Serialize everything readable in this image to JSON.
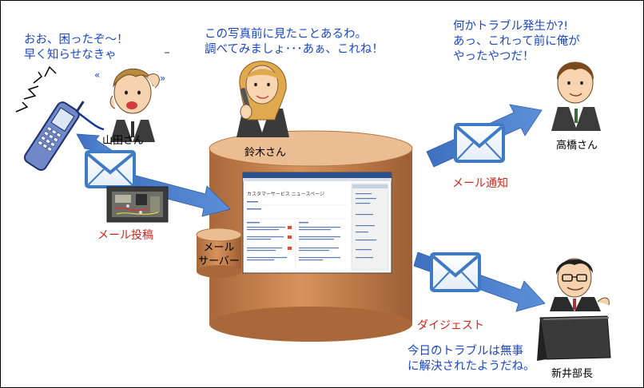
{
  "callouts": {
    "yamada": [
      "おお、困ったぞ～！",
      "早く知らせなきゃ"
    ],
    "suzuki": [
      "この写真前に見たことあるわ。",
      "調べてみましょ･･･あぁ、これね！"
    ],
    "takahashi": [
      "何かトラブル発生か?!",
      "あっ、これって前に俺が",
      "やったやつだ！"
    ],
    "arai": [
      "今日のトラブルは無事",
      "に解決されたようだね。"
    ]
  },
  "names": {
    "yamada": "山田さん",
    "suzuki": "鈴木さん",
    "takahashi": "高橋さん",
    "arai": "新井部長"
  },
  "labels": {
    "mail_post": "メール投稿",
    "mail_notify": "メール通知",
    "digest": "ダイジェスト",
    "mail_server": [
      "メール",
      "サーバー"
    ]
  },
  "screenshot": {
    "title": "カスタマーサービス ニュースページ"
  },
  "colors": {
    "cylinder_top": "#e8b78a",
    "cylinder_body": "#c98550",
    "arrow_blue": "#4a78c8",
    "envelope_blue": "#3f7ac4",
    "callout_text": "#1a47c8",
    "label_red": "#d2241a"
  }
}
